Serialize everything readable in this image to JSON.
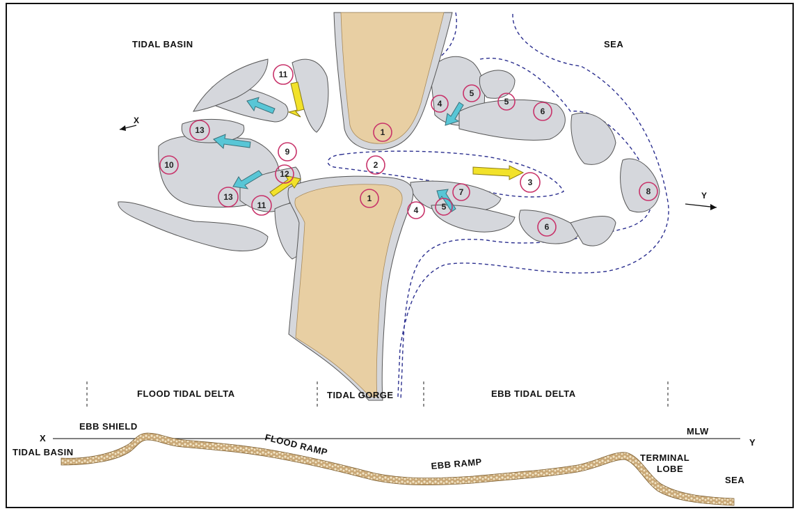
{
  "labels": {
    "tidal_basin_top": "TIDAL BASIN",
    "sea_top": "SEA",
    "axis_x": "X",
    "axis_y": "Y",
    "flood_tidal_delta": "FLOOD TIDAL DELTA",
    "tidal_gorge": "TIDAL GORGE",
    "ebb_tidal_delta": "EBB TIDAL DELTA",
    "ebb_shield": "EBB SHIELD",
    "profile_x": "X",
    "profile_y": "Y",
    "mlw": "MLW",
    "tidal_basin_bottom": "TIDAL BASIN",
    "flood_ramp": "FLOOD RAMP",
    "ebb_ramp": "EBB RAMP",
    "terminal_lobe_1": "TERMINAL",
    "terminal_lobe_2": "LOBE",
    "sea_bottom": "SEA"
  },
  "markers": {
    "m1a": "1",
    "m1b": "1",
    "m2": "2",
    "m3": "3",
    "m4a": "4",
    "m4b": "4",
    "m5a": "5",
    "m5b": "5",
    "m5c": "5",
    "m6a": "6",
    "m6b": "6",
    "m7": "7",
    "m8": "8",
    "m9": "9",
    "m10": "10",
    "m11a": "11",
    "m11b": "11",
    "m12": "12",
    "m13a": "13",
    "m13b": "13"
  },
  "colors": {
    "sand": "#e8cfa3",
    "shoal": "#d5d7dc",
    "marker_ring": "#c8336a",
    "ebb_arrow": "#58c6d6",
    "flood_arrow": "#f2e22a",
    "channel_dash": "#2b2f8f"
  }
}
